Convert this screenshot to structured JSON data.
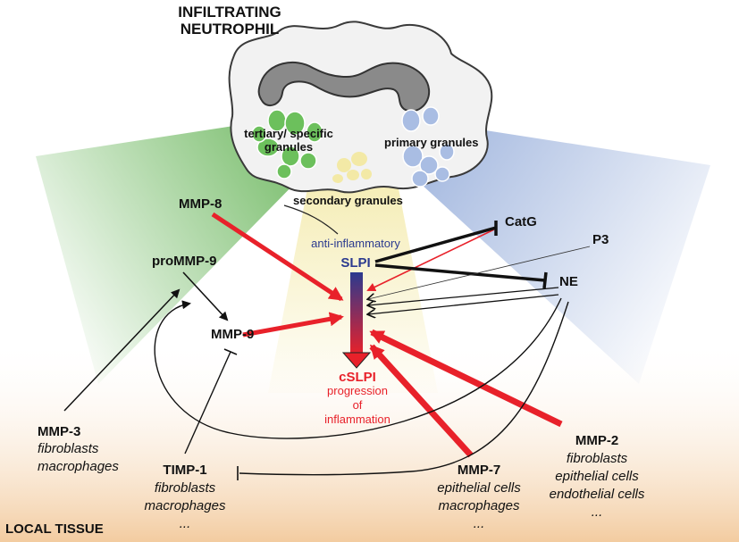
{
  "title": {
    "line1": "INFILTRATING",
    "line2": "NEUTROPHIL"
  },
  "granules": {
    "tertiary_line1": "tertiary/ specific",
    "tertiary_line2": "granules",
    "primary": "primary granules",
    "secondary": "secondary granules"
  },
  "proteases": {
    "mmp8": "MMP-8",
    "prommp9": "proMMP-9",
    "mmp9": "MMP-9",
    "catg": "CatG",
    "p3": "P3",
    "ne": "NE"
  },
  "slpi": {
    "anti": "anti-inflammatory",
    "name": "SLPI"
  },
  "cslpi": {
    "name": "cSLPI",
    "line1": "progression",
    "line2": "of",
    "line3": "inflammation"
  },
  "tissue": {
    "mmp3": {
      "name": "MMP-3",
      "cells": [
        "fibroblasts",
        "macrophages"
      ]
    },
    "timp1": {
      "name": "TIMP-1",
      "cells": [
        "fibroblasts",
        "macrophages",
        "..."
      ]
    },
    "mmp7": {
      "name": "MMP-7",
      "cells": [
        "epithelial cells",
        "macrophages",
        "..."
      ]
    },
    "mmp2": {
      "name": "MMP-2",
      "cells": [
        "fibroblasts",
        "epithelial cells",
        "endothelial cells",
        "..."
      ]
    },
    "local": "LOCAL TISSUE"
  },
  "colors": {
    "green": "#5aae4a",
    "blue": "#8fa8d8",
    "yellow": "#f3e9a6",
    "red": "#e8212a",
    "slpi_blue": "#2b3a8f",
    "tissue": "#f2c99b"
  }
}
